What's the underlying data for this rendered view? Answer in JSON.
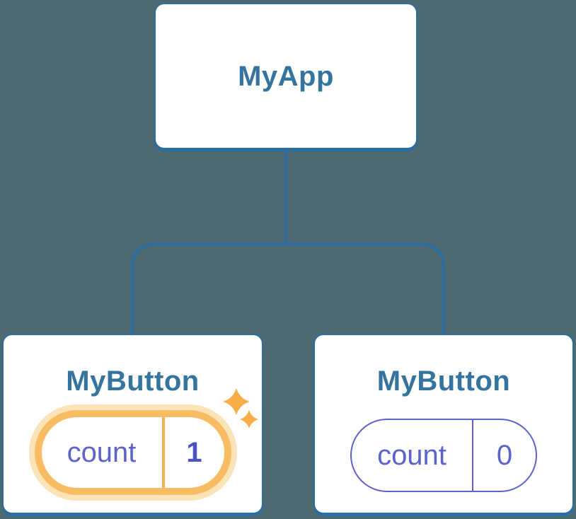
{
  "diagram": {
    "description": "React component tree diagram with state pills",
    "background_color": "#4D6A73",
    "connector_color": "#2B6EA1",
    "card_background": "#FFFFFF",
    "card_border_color": "#2B6EA1",
    "node_text_color": "#35749E",
    "state_text_color": "#5C63CA",
    "sparkle_color": "#F6AE49",
    "root": {
      "label": "MyApp"
    },
    "children": [
      {
        "label": "MyButton",
        "state": {
          "name": "count",
          "value": "1"
        },
        "highlighted": true,
        "pill_border_color": "#F8BC62",
        "pill_halo_color": "#FCE3B8",
        "pill_divider_color": "#F6B152",
        "value_color": "#4A52C4",
        "sparkles": true
      },
      {
        "label": "MyButton",
        "state": {
          "name": "count",
          "value": "0"
        },
        "highlighted": false,
        "pill_border_color": "#5C63CA",
        "pill_divider_color": "#5C63CA",
        "value_color": "#5C63CA",
        "sparkles": false
      }
    ]
  }
}
